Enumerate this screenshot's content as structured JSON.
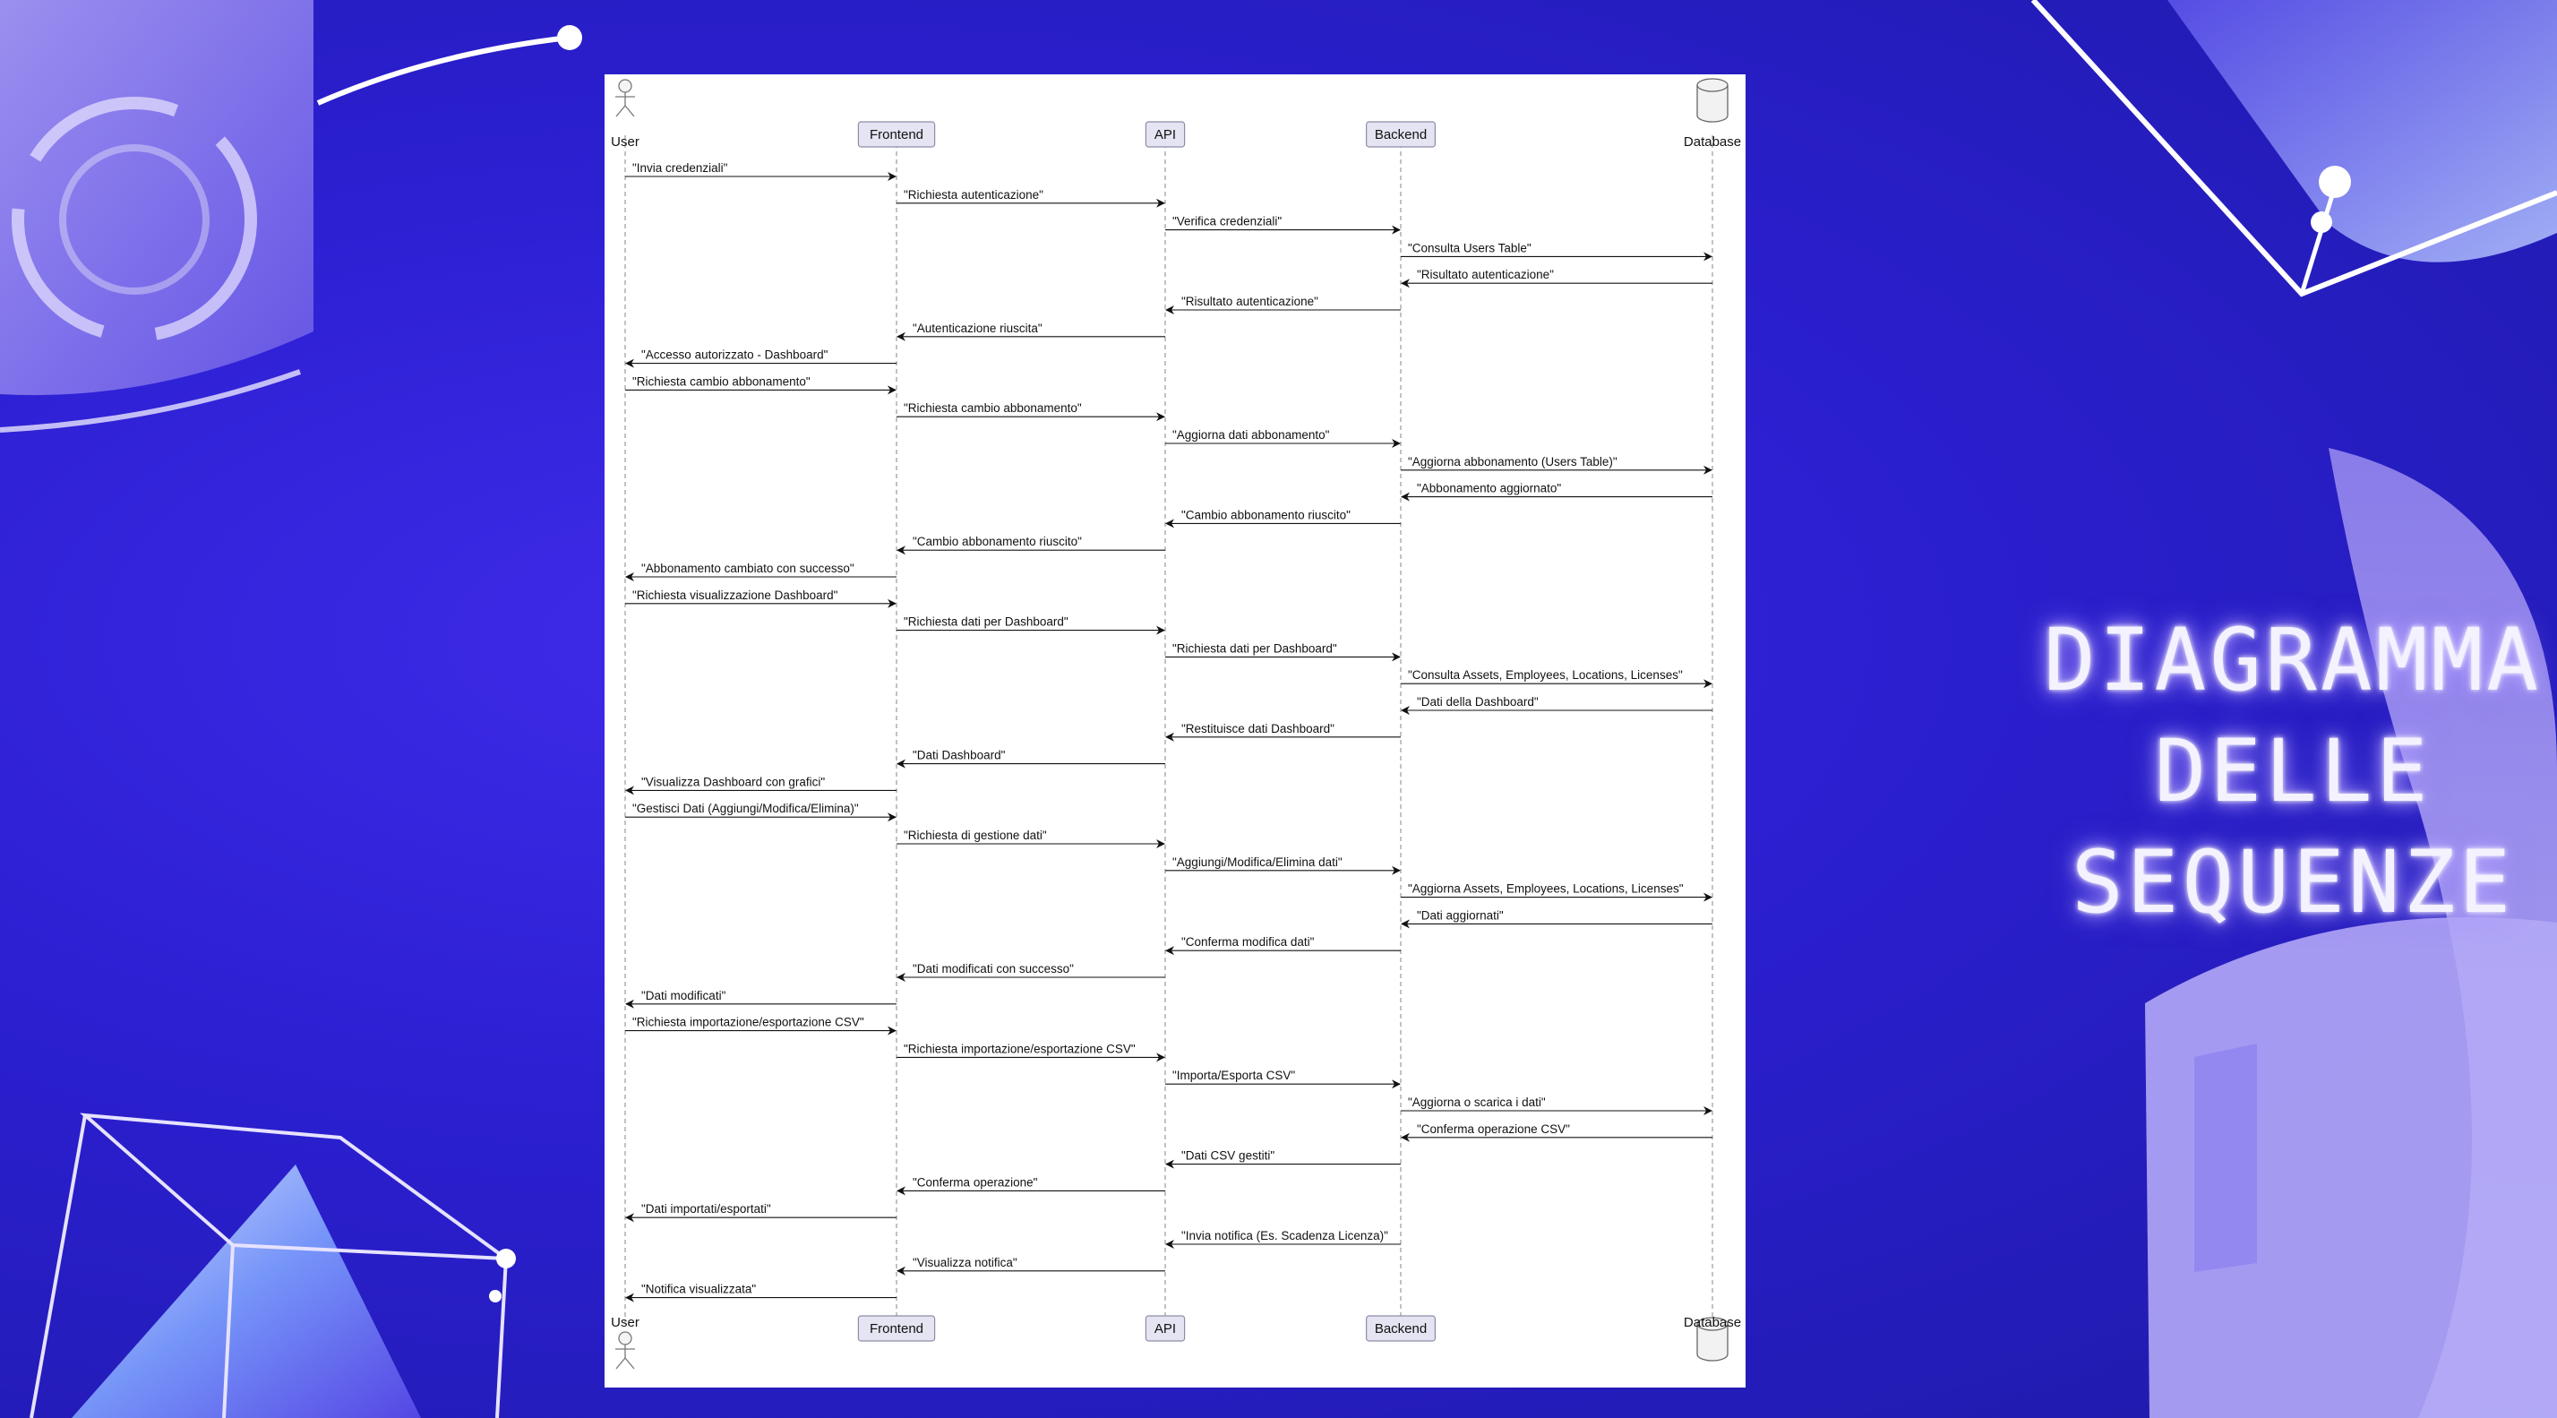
{
  "title": {
    "lines": [
      "DIAGRAMMA",
      "DELLE",
      "SEQUENZE"
    ]
  },
  "participants": [
    {
      "id": "user",
      "label": "User",
      "kind": "actor"
    },
    {
      "id": "frontend",
      "label": "Frontend",
      "kind": "box"
    },
    {
      "id": "api",
      "label": "API",
      "kind": "box"
    },
    {
      "id": "backend",
      "label": "Backend",
      "kind": "box"
    },
    {
      "id": "database",
      "label": "Database",
      "kind": "database"
    }
  ],
  "messages": [
    {
      "from": 0,
      "to": 1,
      "text": "\"Invia credenziali\""
    },
    {
      "from": 1,
      "to": 2,
      "text": "\"Richiesta autenticazione\""
    },
    {
      "from": 2,
      "to": 3,
      "text": "\"Verifica credenziali\""
    },
    {
      "from": 3,
      "to": 4,
      "text": "\"Consulta Users Table\""
    },
    {
      "from": 4,
      "to": 3,
      "text": "\"Risultato autenticazione\""
    },
    {
      "from": 3,
      "to": 2,
      "text": "\"Risultato autenticazione\""
    },
    {
      "from": 2,
      "to": 1,
      "text": "\"Autenticazione riuscita\""
    },
    {
      "from": 1,
      "to": 0,
      "text": "\"Accesso autorizzato - Dashboard\""
    },
    {
      "from": 0,
      "to": 1,
      "text": "\"Richiesta cambio abbonamento\""
    },
    {
      "from": 1,
      "to": 2,
      "text": "\"Richiesta cambio abbonamento\""
    },
    {
      "from": 2,
      "to": 3,
      "text": "\"Aggiorna dati abbonamento\""
    },
    {
      "from": 3,
      "to": 4,
      "text": "\"Aggiorna abbonamento (Users Table)\""
    },
    {
      "from": 4,
      "to": 3,
      "text": "\"Abbonamento aggiornato\""
    },
    {
      "from": 3,
      "to": 2,
      "text": "\"Cambio abbonamento riuscito\""
    },
    {
      "from": 2,
      "to": 1,
      "text": "\"Cambio abbonamento riuscito\""
    },
    {
      "from": 1,
      "to": 0,
      "text": "\"Abbonamento cambiato con successo\""
    },
    {
      "from": 0,
      "to": 1,
      "text": "\"Richiesta visualizzazione Dashboard\""
    },
    {
      "from": 1,
      "to": 2,
      "text": "\"Richiesta dati per Dashboard\""
    },
    {
      "from": 2,
      "to": 3,
      "text": "\"Richiesta dati per Dashboard\""
    },
    {
      "from": 3,
      "to": 4,
      "text": "\"Consulta Assets, Employees, Locations, Licenses\""
    },
    {
      "from": 4,
      "to": 3,
      "text": "\"Dati della Dashboard\""
    },
    {
      "from": 3,
      "to": 2,
      "text": "\"Restituisce dati Dashboard\""
    },
    {
      "from": 2,
      "to": 1,
      "text": "\"Dati Dashboard\""
    },
    {
      "from": 1,
      "to": 0,
      "text": "\"Visualizza Dashboard con grafici\""
    },
    {
      "from": 0,
      "to": 1,
      "text": "\"Gestisci Dati (Aggiungi/Modifica/Elimina)\""
    },
    {
      "from": 1,
      "to": 2,
      "text": "\"Richiesta di gestione dati\""
    },
    {
      "from": 2,
      "to": 3,
      "text": "\"Aggiungi/Modifica/Elimina dati\""
    },
    {
      "from": 3,
      "to": 4,
      "text": "\"Aggiorna Assets, Employees, Locations, Licenses\""
    },
    {
      "from": 4,
      "to": 3,
      "text": "\"Dati aggiornati\""
    },
    {
      "from": 3,
      "to": 2,
      "text": "\"Conferma modifica dati\""
    },
    {
      "from": 2,
      "to": 1,
      "text": "\"Dati modificati con successo\""
    },
    {
      "from": 1,
      "to": 0,
      "text": "\"Dati modificati\""
    },
    {
      "from": 0,
      "to": 1,
      "text": "\"Richiesta importazione/esportazione CSV\""
    },
    {
      "from": 1,
      "to": 2,
      "text": "\"Richiesta importazione/esportazione CSV\""
    },
    {
      "from": 2,
      "to": 3,
      "text": "\"Importa/Esporta CSV\""
    },
    {
      "from": 3,
      "to": 4,
      "text": "\"Aggiorna o scarica i dati\""
    },
    {
      "from": 4,
      "to": 3,
      "text": "\"Conferma operazione CSV\""
    },
    {
      "from": 3,
      "to": 2,
      "text": "\"Dati CSV gestiti\""
    },
    {
      "from": 2,
      "to": 1,
      "text": "\"Conferma operazione\""
    },
    {
      "from": 1,
      "to": 0,
      "text": "\"Dati importati/esportati\""
    },
    {
      "from": 3,
      "to": 2,
      "text": "\"Invia notifica (Es. Scadenza Licenza)\""
    },
    {
      "from": 2,
      "to": 1,
      "text": "\"Visualizza notifica\""
    },
    {
      "from": 1,
      "to": 0,
      "text": "\"Notifica visualizzata\""
    }
  ]
}
